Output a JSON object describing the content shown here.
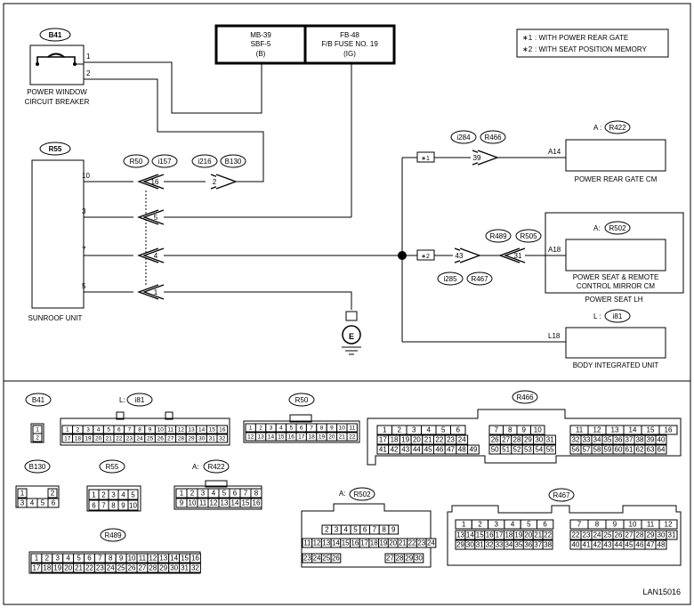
{
  "fuses": [
    {
      "id": "MB-39",
      "name": "SBF-5",
      "tag": "(B)"
    },
    {
      "id": "FB-48",
      "name": "F/B FUSE NO. 19",
      "tag": "(IG)"
    }
  ],
  "legend": {
    "m1_mark": "∗1",
    "m1_text": ": WITH POWER REAR GATE",
    "m2_mark": "∗2",
    "m2_text": ": WITH SEAT POSITION MEMORY"
  },
  "b41": {
    "code": "B41",
    "label_l1": "POWER WINDOW",
    "label_l2": "CIRCUIT BREAKER",
    "pin1": "1",
    "pin2": "2"
  },
  "r55": {
    "code": "R55",
    "label": "SUNROOF UNIT",
    "pins": [
      "10",
      "3",
      "7",
      "5"
    ]
  },
  "connectors_top": {
    "r50": "R50",
    "i157": "i157",
    "i216": "i216",
    "b130": "B130"
  },
  "pins_mid": [
    "16",
    "2",
    "5",
    "4",
    "1"
  ],
  "rear": {
    "i284": "i284",
    "r466": "R466",
    "pin": "39",
    "mark": "∗1",
    "term": "A14",
    "prefix": "A :",
    "code": "R422",
    "label": "POWER REAR GATE CM"
  },
  "seat": {
    "r489": "R489",
    "r505": "R505",
    "i285": "i285",
    "r467": "R467",
    "pin43": "43",
    "pin31": "31",
    "mark": "∗2",
    "term": "A18",
    "prefix": "A:",
    "code": "R502",
    "label_l1": "POWER SEAT & REMOTE",
    "label_l2": "CONTROL MIRROR CM",
    "outer": "POWER SEAT LH"
  },
  "body": {
    "prefix": "L :",
    "code": "i81",
    "term": "L18",
    "label": "BODY INTEGRATED UNIT"
  },
  "ground": "E",
  "views": {
    "b41": "B41",
    "i81_prefix": "L:",
    "i81": "i81",
    "r50": "R50",
    "r466": "R466",
    "b130": "B130",
    "r55": "R55",
    "r422_prefix": "A:",
    "r422": "R422",
    "r502_prefix": "A:",
    "r502": "R502",
    "r467": "R467",
    "r489": "R489"
  },
  "footer_code": "LAN15016"
}
